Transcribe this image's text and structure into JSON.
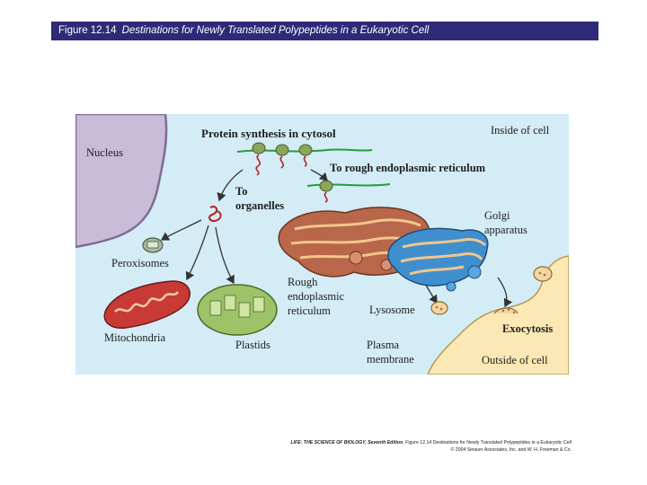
{
  "header": {
    "figure_number": "Figure 12.14",
    "figure_title": "Destinations for Newly Translated Polypeptides in a Eukaryotic Cell"
  },
  "diagram": {
    "labels": {
      "protein_synthesis": "Protein synthesis in cytosol",
      "inside_cell": "Inside of cell",
      "nucleus": "Nucleus",
      "to_rough_er": "To rough endoplasmic reticulum",
      "to_organelles_1": "To",
      "to_organelles_2": "organelles",
      "golgi_1": "Golgi",
      "golgi_2": "apparatus",
      "peroxisomes": "Peroxisomes",
      "rough_er_1": "Rough",
      "rough_er_2": "endoplasmic",
      "rough_er_3": "reticulum",
      "lysosome": "Lysosome",
      "exocytosis": "Exocytosis",
      "mitochondria": "Mitochondria",
      "plastids": "Plastids",
      "plasma_membrane_1": "Plasma",
      "plasma_membrane_2": "membrane",
      "outside_cell": "Outside of cell"
    },
    "colors": {
      "cytosol": "#d3ecf6",
      "nucleus": "#c9bcd8",
      "rough_er": "#b8674a",
      "golgi": "#3f8fcf",
      "mitochondria": "#c73a35",
      "plastids": "#9ec268",
      "extracellular": "#fbe8b4",
      "mrna": "#2a9a3c",
      "ribosome": "#8aa65a",
      "title_bar": "#2f2a78"
    }
  },
  "footer": {
    "credit_prefix": "LIFE: THE SCIENCE OF BIOLOGY, Seventh Edition",
    "credit_suffix": ", Figure 12.14 Destinations for Newly Translated Polypeptides in a Eukaryotic Cell",
    "copyright": "© 2004 Sinauer Associates, Inc. and W. H. Freeman & Co."
  }
}
